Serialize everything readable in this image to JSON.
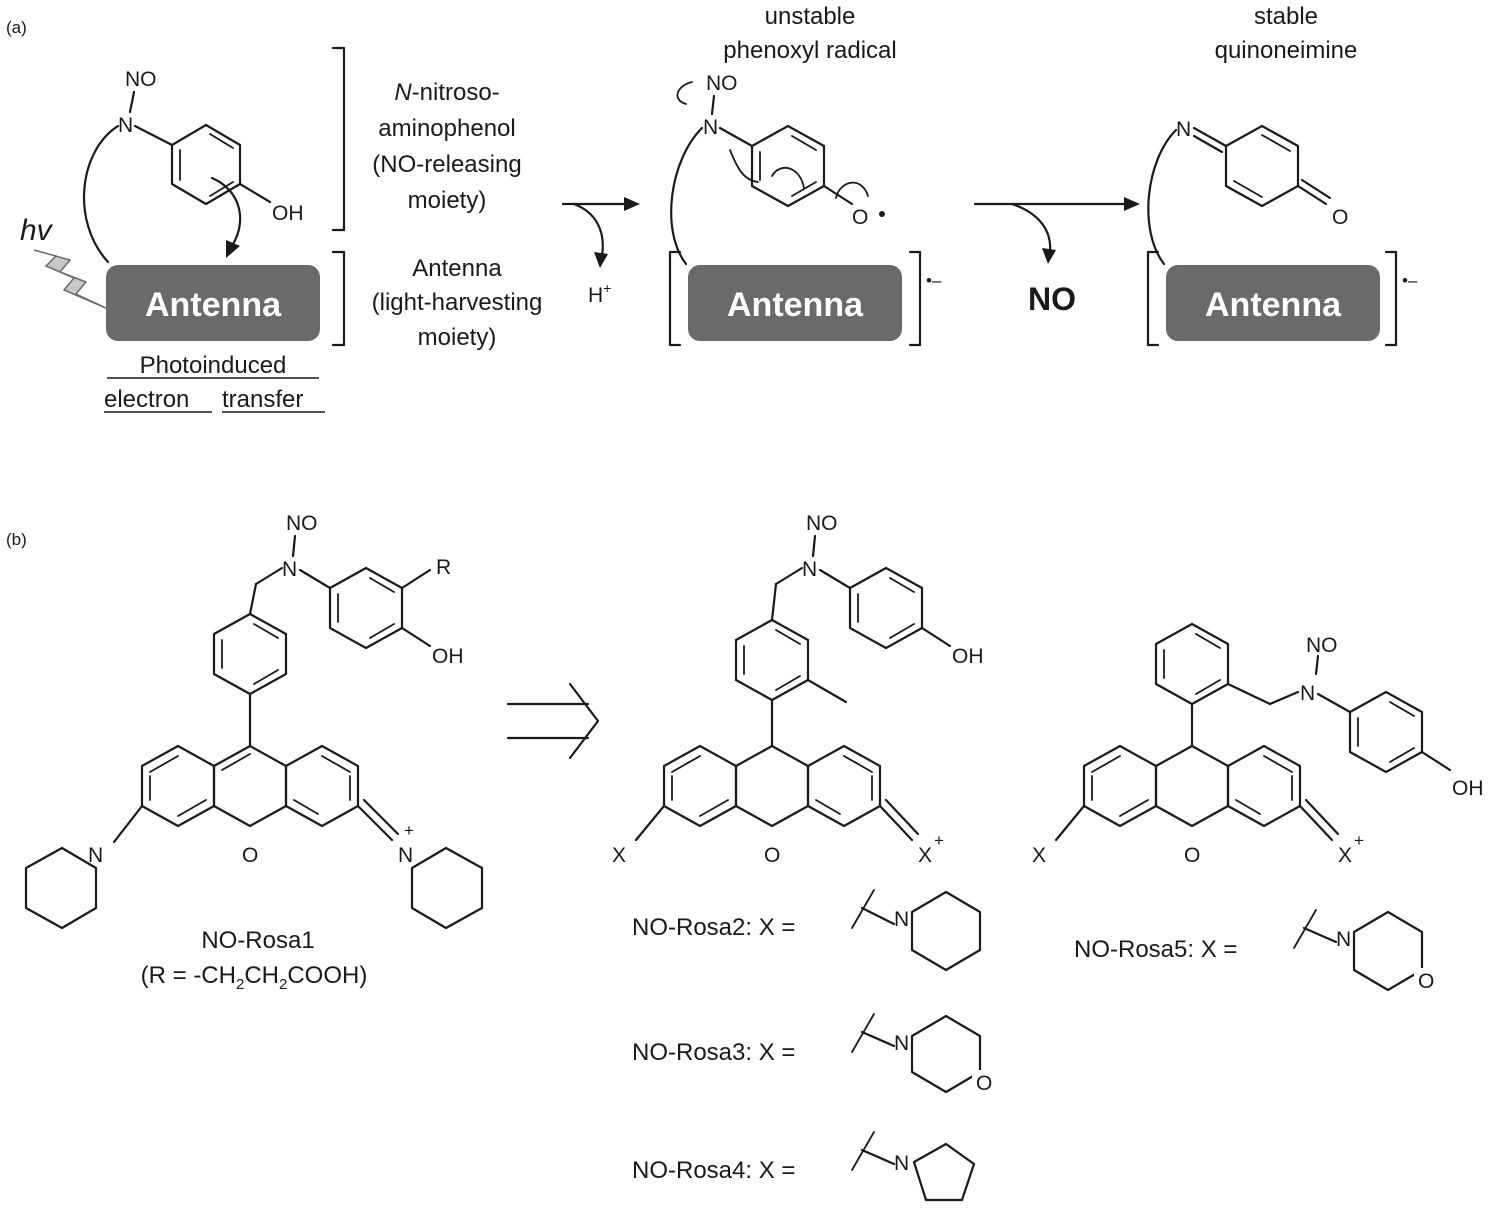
{
  "panel_a": {
    "label": "(a)",
    "hv": "hv",
    "nitroso_group": "NO",
    "n_atom": "N",
    "oh_group": "OH",
    "antenna_box": "Antenna",
    "pet_line1": "Photoinduced",
    "pet_line2_a": "electron",
    "pet_line2_b": "transfer",
    "bracket1_line1_italic": "N",
    "bracket1_line1_rest": "-nitroso-",
    "bracket1_line2": "aminophenol",
    "bracket1_line3": "(NO-releasing",
    "bracket1_line4": "moiety)",
    "bracket2_line1": "Antenna",
    "bracket2_line2": "(light-harvesting",
    "bracket2_line3": "moiety)",
    "proton": "H",
    "proton_charge": "+",
    "radical_title_line1": "unstable",
    "radical_title_line2": "phenoxyl radical",
    "radical_O": "O",
    "radical_anion": "•–",
    "released_no": "NO",
    "quinone_title_line1": "stable",
    "quinone_title_line2": "quinoneimine",
    "quinone_O": "O"
  },
  "panel_b": {
    "label": "(b)",
    "r_group": "R",
    "o_ring": "O",
    "n_plus": "+",
    "x_atom": "X",
    "rosa1_name": "NO-Rosa1",
    "rosa1_r_def": "(R = -CH",
    "rosa1_r_sub1": "2",
    "rosa1_r_mid": "CH",
    "rosa1_r_sub2": "2",
    "rosa1_r_end": "COOH)",
    "rosa2": "NO-Rosa2: X =",
    "rosa3": "NO-Rosa3: X =",
    "rosa4": "NO-Rosa4: X =",
    "rosa5": "NO-Rosa5: X ="
  }
}
